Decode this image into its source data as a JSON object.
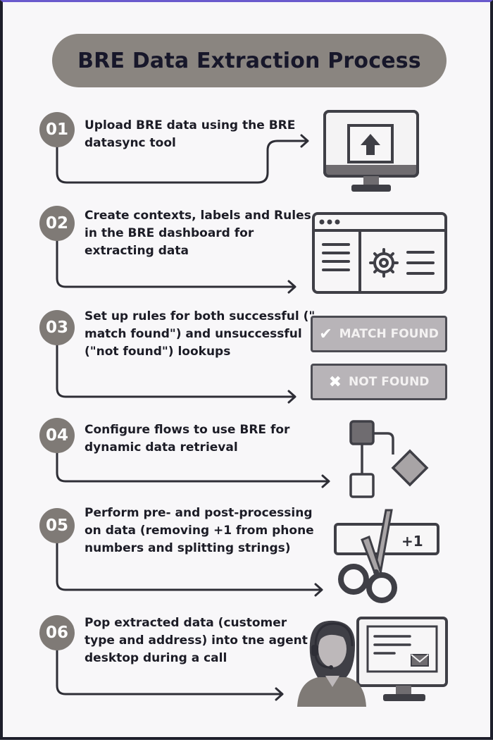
{
  "title": "BRE Data Extraction Process",
  "steps": [
    {
      "number": "01",
      "text": "Upload BRE data using the BRE datasync tool"
    },
    {
      "number": "02",
      "text": "Create contexts, labels and Rules in the BRE dashboard for extracting data"
    },
    {
      "number": "03",
      "text": "Set up rules for both successful (\" match found\") and unsuccessful (\"not found\") lookups"
    },
    {
      "number": "04",
      "text": "Configure flows to use BRE for dynamic data retrieval"
    },
    {
      "number": "05",
      "text": "Perform pre- and post-processing on data (removing +1 from phone numbers and splitting strings)"
    },
    {
      "number": "06",
      "text": "Pop extracted data (customer type and address) into tne agent desktop during a call"
    }
  ],
  "icons": {
    "upload": "monitor-upload-icon",
    "dashboard": "dashboard-gear-icon",
    "flow": "flowchart-icon",
    "scissors": "scissors-icon",
    "agent": "agent-desktop-icon"
  },
  "status_buttons": {
    "match": "MATCH FOUND",
    "not_found": "NOT FOUND"
  },
  "phone_prefix": "+1",
  "colors": {
    "badge": "#7f7a76",
    "title_pill": "#8a8580",
    "text": "#1c1c26",
    "icon_stroke": "#3f3f46",
    "status_fill": "#b8b4b8"
  }
}
